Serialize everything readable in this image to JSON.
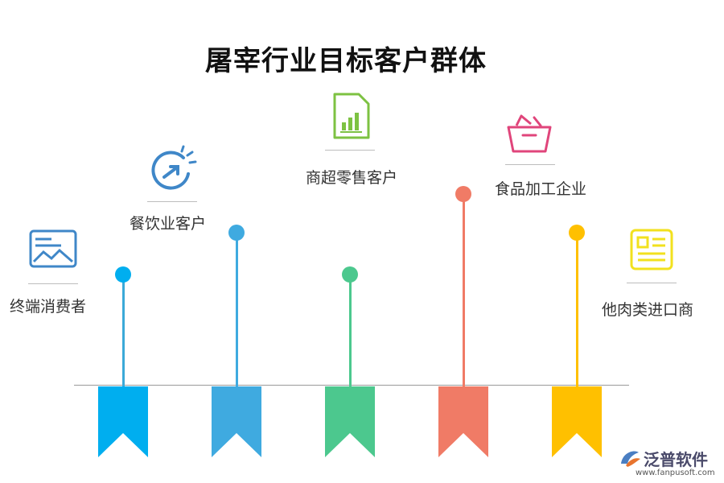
{
  "title": "屠宰行业目标客户群体",
  "items": [
    {
      "label": "终端消费者",
      "color": "#00AEEF",
      "icon": "landscape-image-icon"
    },
    {
      "label": "餐饮业客户",
      "color": "#3FAAE0",
      "icon": "growth-arrow-icon"
    },
    {
      "label": "商超零售客户",
      "color": "#4CC88E",
      "icon": "bar-chart-document-icon"
    },
    {
      "label": "食品加工企业",
      "color": "#F07B66",
      "icon": "shopping-basket-icon"
    },
    {
      "label": "他肉类进口商",
      "color": "#FFC000",
      "icon": "document-list-icon"
    }
  ],
  "watermark": {
    "brand": "泛普软件",
    "url": "www.fanpusoft.com"
  }
}
